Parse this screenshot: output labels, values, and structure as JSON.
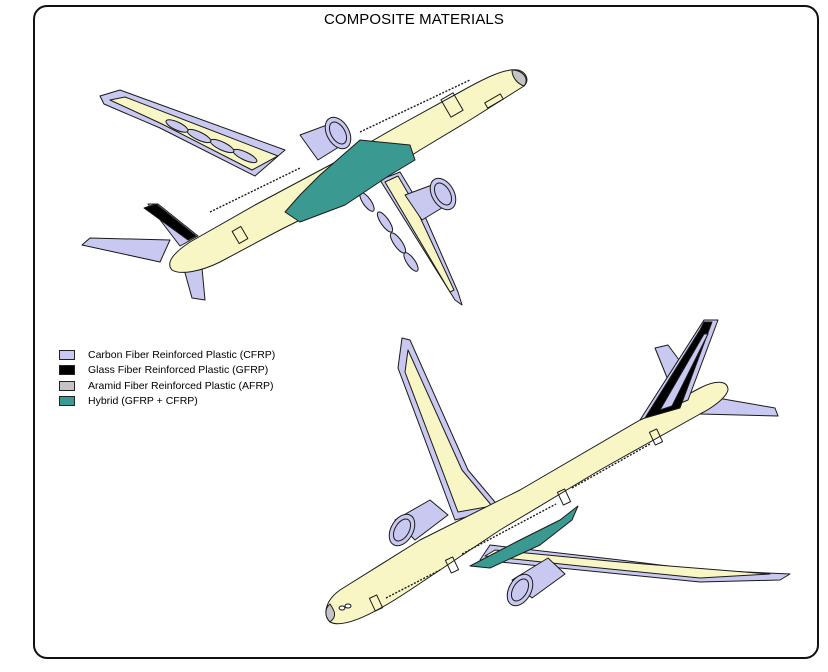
{
  "title": "COMPOSITE MATERIALS",
  "colors": {
    "fuselage": "#f9f6c6",
    "cfrp": "#c9c8f0",
    "gfrp": "#000000",
    "afrp": "#c4c4c4",
    "hybrid": "#3a9a92",
    "outline": "#1a1a1a"
  },
  "legend": [
    {
      "label": "Carbon Fiber Reinforced Plastic (CFRP)",
      "color": "#c9c8f0"
    },
    {
      "label": "Glass Fiber Reinforced Plastic (GFRP)",
      "color": "#000000"
    },
    {
      "label": "Aramid Fiber Reinforced Plastic (AFRP)",
      "color": "#c4c4c4"
    },
    {
      "label": "Hybrid (GFRP + CFRP)",
      "color": "#3a9a92"
    }
  ]
}
